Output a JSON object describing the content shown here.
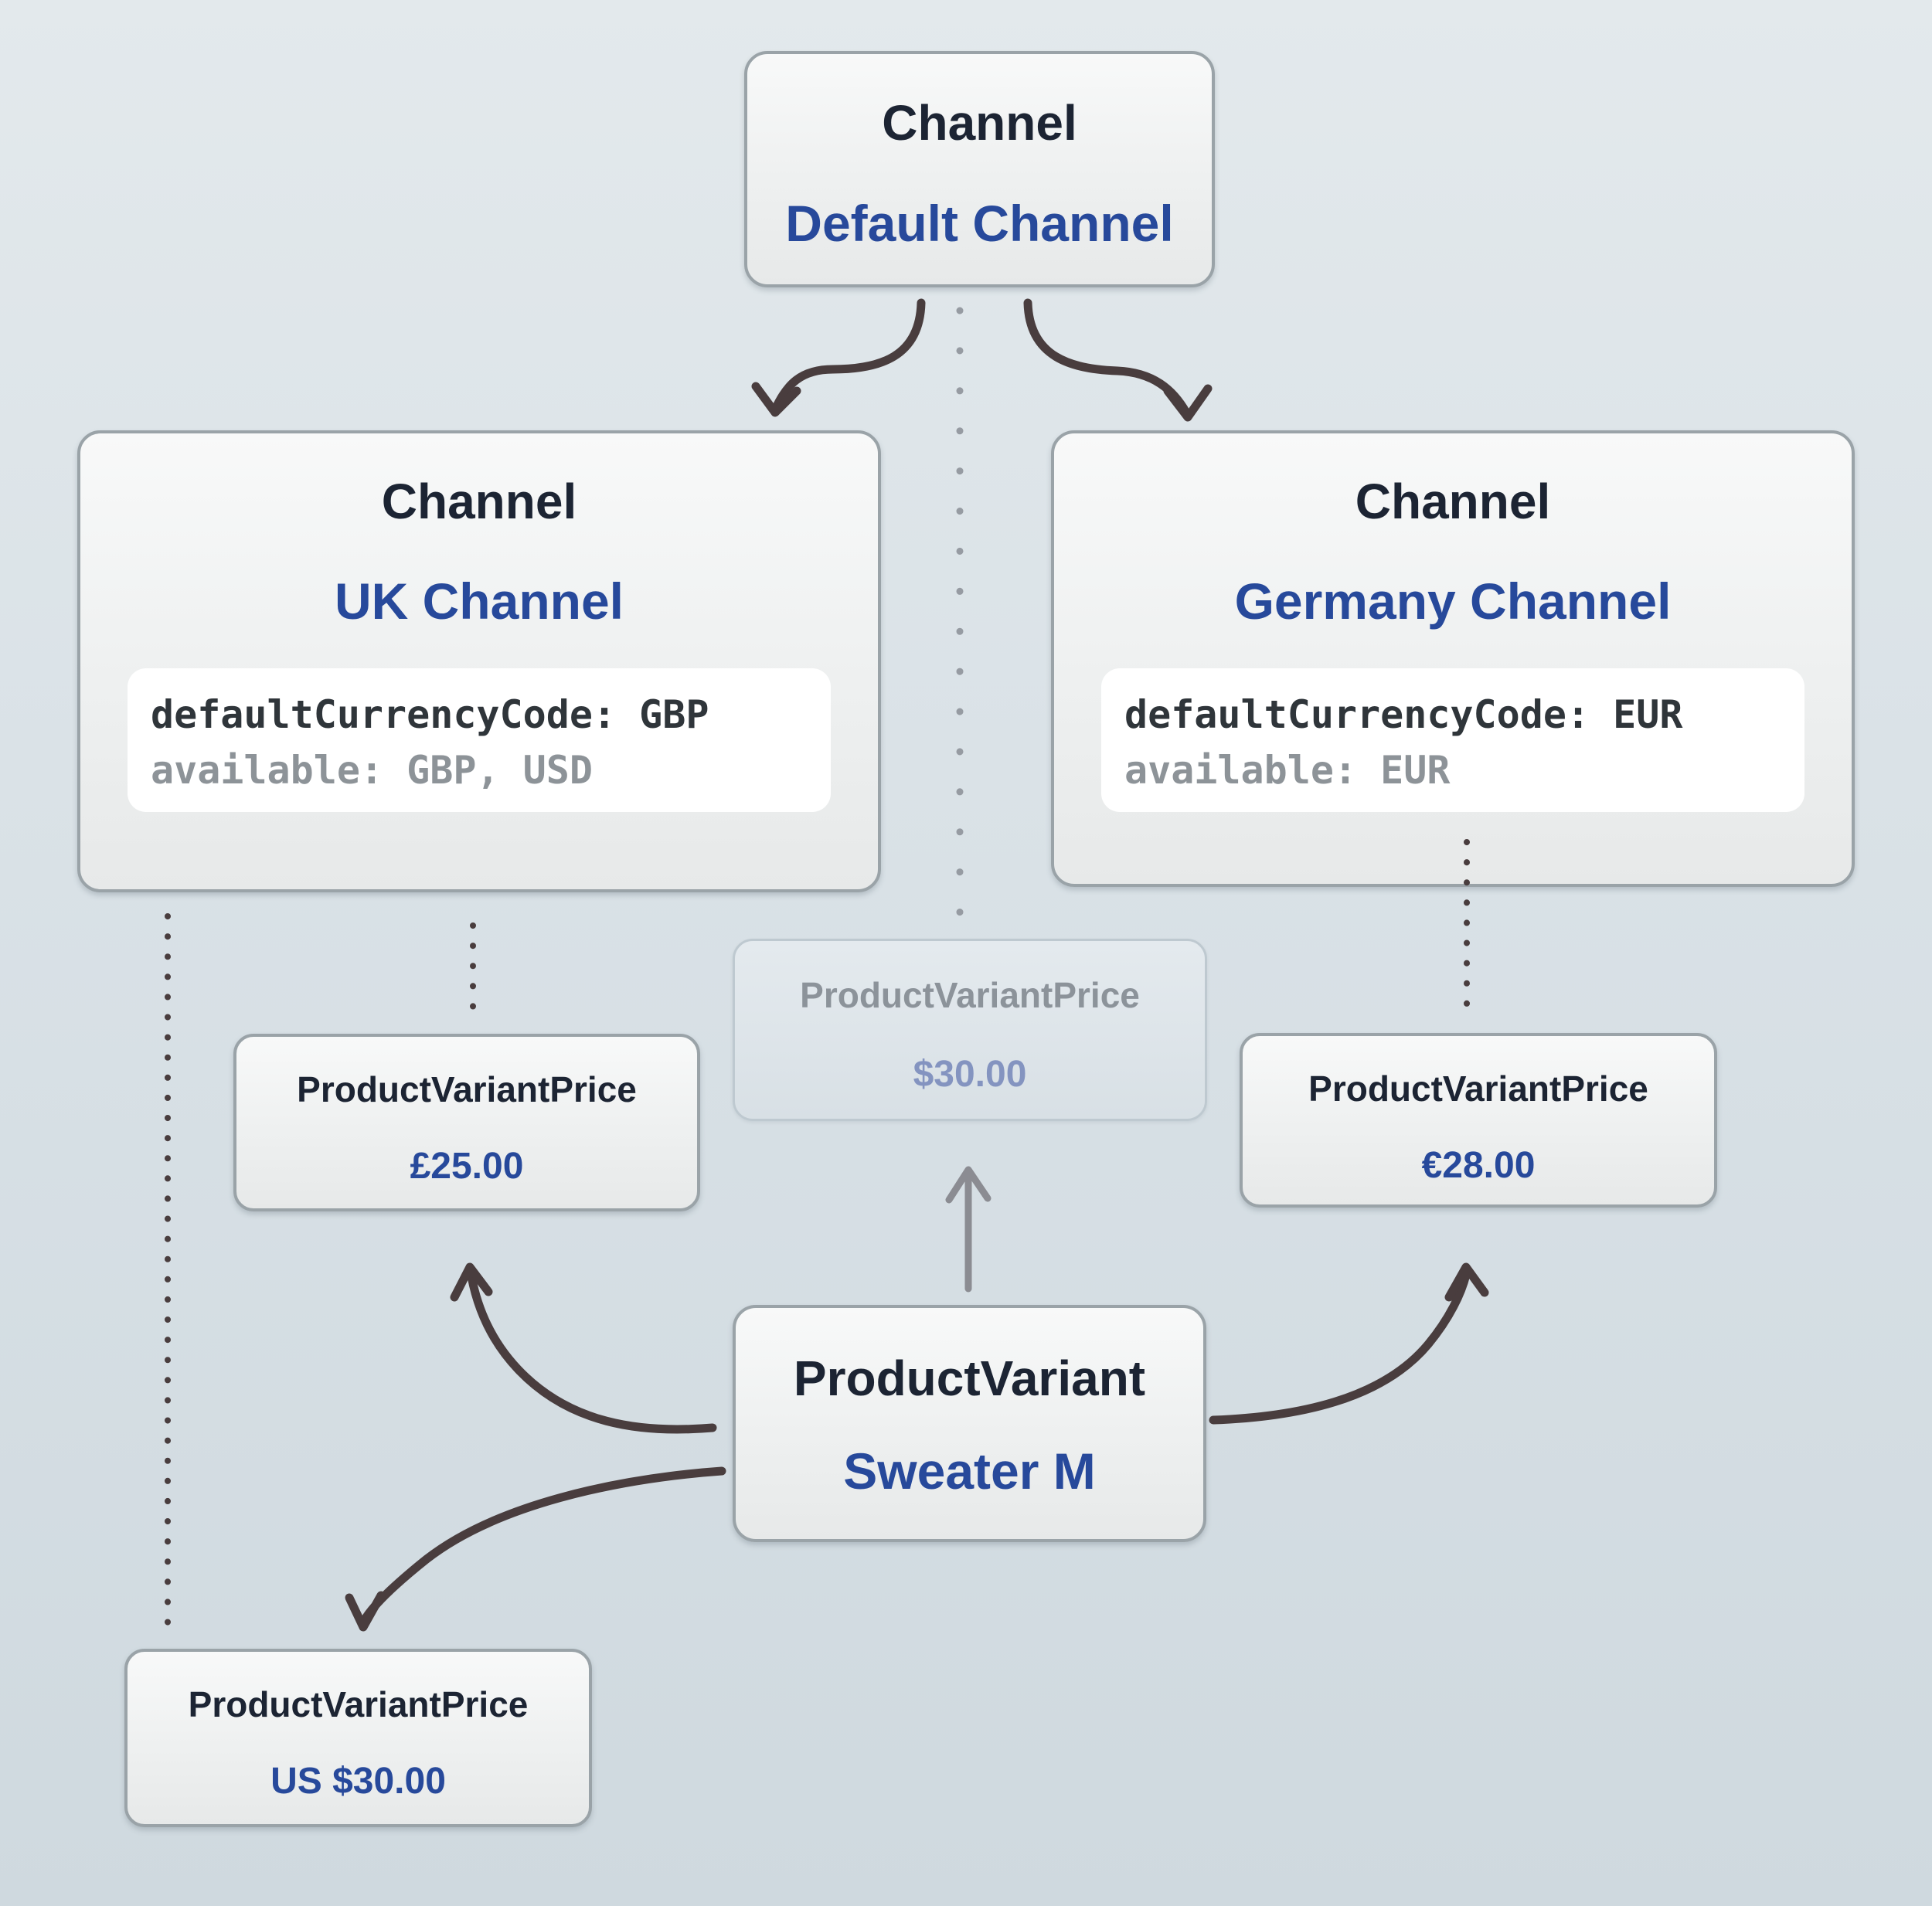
{
  "nodes": {
    "default_channel": {
      "type_label": "Channel",
      "name": "Default Channel"
    },
    "uk_channel": {
      "type_label": "Channel",
      "name": "UK Channel",
      "code_default": "defaultCurrencyCode: GBP",
      "code_available": "available: GBP, USD"
    },
    "germany_channel": {
      "type_label": "Channel",
      "name": "Germany Channel",
      "code_default": "defaultCurrencyCode: EUR",
      "code_available": "available: EUR"
    },
    "default_price": {
      "type_label": "ProductVariantPrice",
      "value": "$30.00"
    },
    "uk_price_gbp": {
      "type_label": "ProductVariantPrice",
      "value": "£25.00"
    },
    "germany_price_eur": {
      "type_label": "ProductVariantPrice",
      "value": "€28.00"
    },
    "product_variant": {
      "type_label": "ProductVariant",
      "name": "Sweater M"
    },
    "uk_price_usd": {
      "type_label": "ProductVariantPrice",
      "value": "US $30.00"
    }
  },
  "colors": {
    "background_top": "#e3e9ec",
    "background_bottom": "#cfd9df",
    "node_border": "#9aa3a8",
    "heading_dark": "#1c2433",
    "accent_blue": "#27499b",
    "code_dark": "#2f353a",
    "code_gray": "#8d9398",
    "connector_dark": "#493d3e",
    "connector_gray": "#8b8c92",
    "dotted_gray": "#969ba2",
    "faded_title": "#8c939a",
    "faded_value": "#8494c0",
    "faded_border": "#bec9d0"
  }
}
